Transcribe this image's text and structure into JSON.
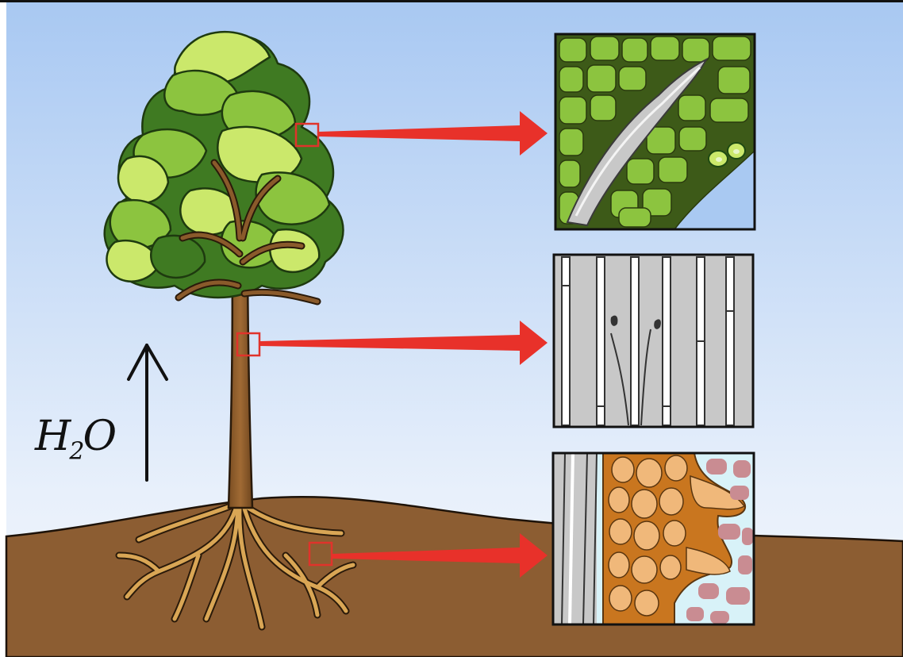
{
  "water_label": {
    "main": "H",
    "sub": "2",
    "tail": "O"
  },
  "colors": {
    "sky_top": "#a9c9f2",
    "sky_bottom": "#e9f1fb",
    "soil": "#8c5d32",
    "trunk": "#8a5a2b",
    "leaf_light": "#cbe86b",
    "leaf_mid": "#8cc43f",
    "leaf_dark": "#3f7a22",
    "root": "#d9a655",
    "callout_arrow": "#e8312a",
    "xylem": "#c8c8c8",
    "cortex": "#f0b87a",
    "soil_particle": "#c98c92",
    "soil_water": "#d6f1f7"
  },
  "callouts": [
    {
      "name": "leaf"
    },
    {
      "name": "trunk"
    },
    {
      "name": "root"
    }
  ]
}
